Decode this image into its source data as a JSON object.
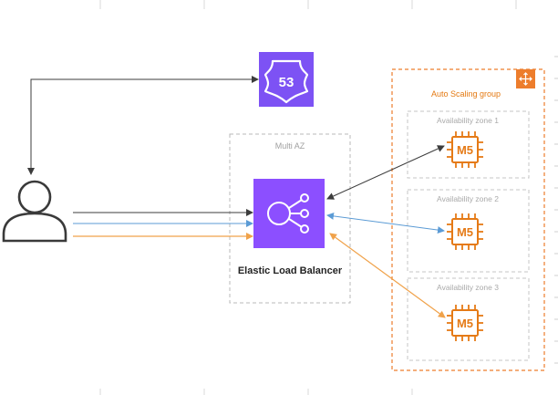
{
  "route53": {
    "label": "53"
  },
  "multi_az": {
    "label": "Multi AZ"
  },
  "elb": {
    "label": "Elastic Load Balancer"
  },
  "asg": {
    "label": "Auto Scaling group",
    "zones": [
      {
        "label": "Availability zone 1",
        "instance": "M5"
      },
      {
        "label": "Availability zone 2",
        "instance": "M5"
      },
      {
        "label": "Availability zone 3",
        "instance": "M5"
      }
    ]
  },
  "colors": {
    "route53": "#7d52f4",
    "elb": "#8c4fff",
    "asg_border": "#ed7d2c",
    "asg_label": "#e47911",
    "ec2": "#e57a16",
    "arrow_black": "#3c3c3c",
    "arrow_blue": "#5b9bd5",
    "arrow_orange": "#f0a24a",
    "dashed_gray": "#b8b8b8",
    "zone_label": "#a9a9a9"
  }
}
